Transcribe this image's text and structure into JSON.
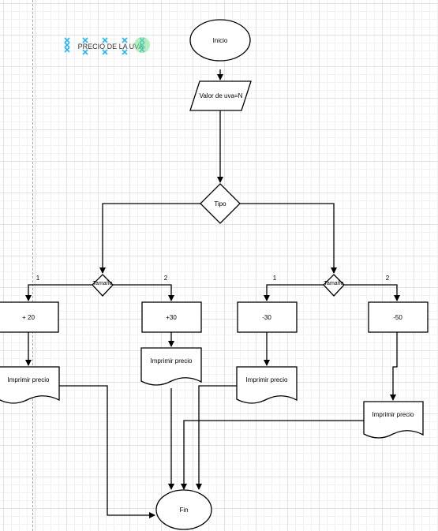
{
  "diagram": {
    "title": "PRECIO DE LA UVA",
    "nodes": {
      "start": "Inicio",
      "input": "Valor de uva=N",
      "tipo": "Tipo",
      "tamano_left": "Tamaño",
      "tamano_right": "Tamaño",
      "op_plus20": "+ 20",
      "op_plus30": "+30",
      "op_minus30": "-30",
      "op_minus50": "-50",
      "print_1": "Imprimir precio",
      "print_2": "Imprimir precio",
      "print_3": "Imprimir precio",
      "print_4": "Imprimir precio",
      "end": "Fin"
    },
    "edge_labels": {
      "left_1": "1",
      "left_2": "2",
      "right_1": "1",
      "right_2": "2"
    }
  },
  "colors": {
    "stroke": "#000000",
    "selection_handle": "#29b6f2",
    "rotate_handle": "#7be08a"
  }
}
